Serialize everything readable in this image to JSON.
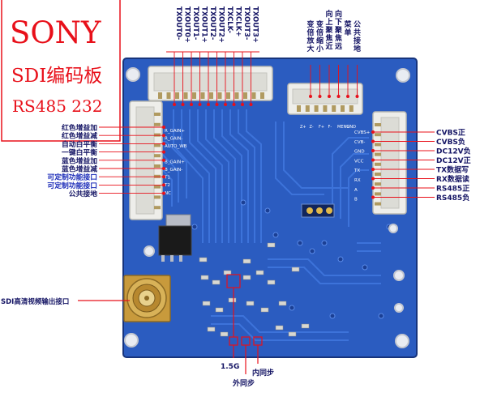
{
  "brand": {
    "logo": "SONY",
    "title": "SDI编码板",
    "subtitle": "RS485 232"
  },
  "top_labels": [
    "TXOUT0-",
    "TXOUT0+",
    "TXOUT1-",
    "TXOUT1+",
    "TXOUT2-",
    "TXOUT2+",
    "TXCLK-",
    "TXCLK+",
    "TXOUT3-",
    "TXOUT3+"
  ],
  "top_right_labels": [
    "变倍放大",
    "变倍缩小",
    "向上聚焦近",
    "向下聚焦远",
    "菜单",
    "公共接地"
  ],
  "left_labels": [
    "红色增益加",
    "红色增益减",
    "自动白平衡",
    "一键白平衡",
    "蓝色增益加",
    "蓝色增益减",
    "可定制功能接口",
    "可定制功能接口",
    "公共接地"
  ],
  "right_labels": [
    "CVBS正",
    "CVBS负",
    "DC12V负",
    "DC12V正",
    "TX数据写",
    "RX数据读",
    "RS485正",
    "RS485负"
  ],
  "sdi_label": "SDI高清视频输出接口",
  "bottom_labels": {
    "rate": "1.5G",
    "ext_sync": "外同步",
    "int_sync": "内同步"
  },
  "pcb_silk": {
    "left_pins": [
      "R_GAIN+",
      "R_GAIN-",
      "AUTO_WB",
      "",
      "B_GAIN+",
      "B_GAIN-",
      "T1",
      "T2",
      "NC"
    ],
    "right_pins": [
      "CVBS+",
      "CVB-",
      "GND",
      "VCC",
      "TX",
      "RX",
      "A",
      "B"
    ],
    "top_right_pins": [
      "Z+",
      "Z-",
      "F+",
      "F-",
      "MENU",
      "GND"
    ]
  },
  "colors": {
    "pcb": "#2b5cc0",
    "pcb_dark": "#1b3f94",
    "trace": "#3f76dd",
    "connector": "#eeeeea",
    "annotation": "#e8101a",
    "label_text": "#141464",
    "gold": "#c89a3c"
  }
}
